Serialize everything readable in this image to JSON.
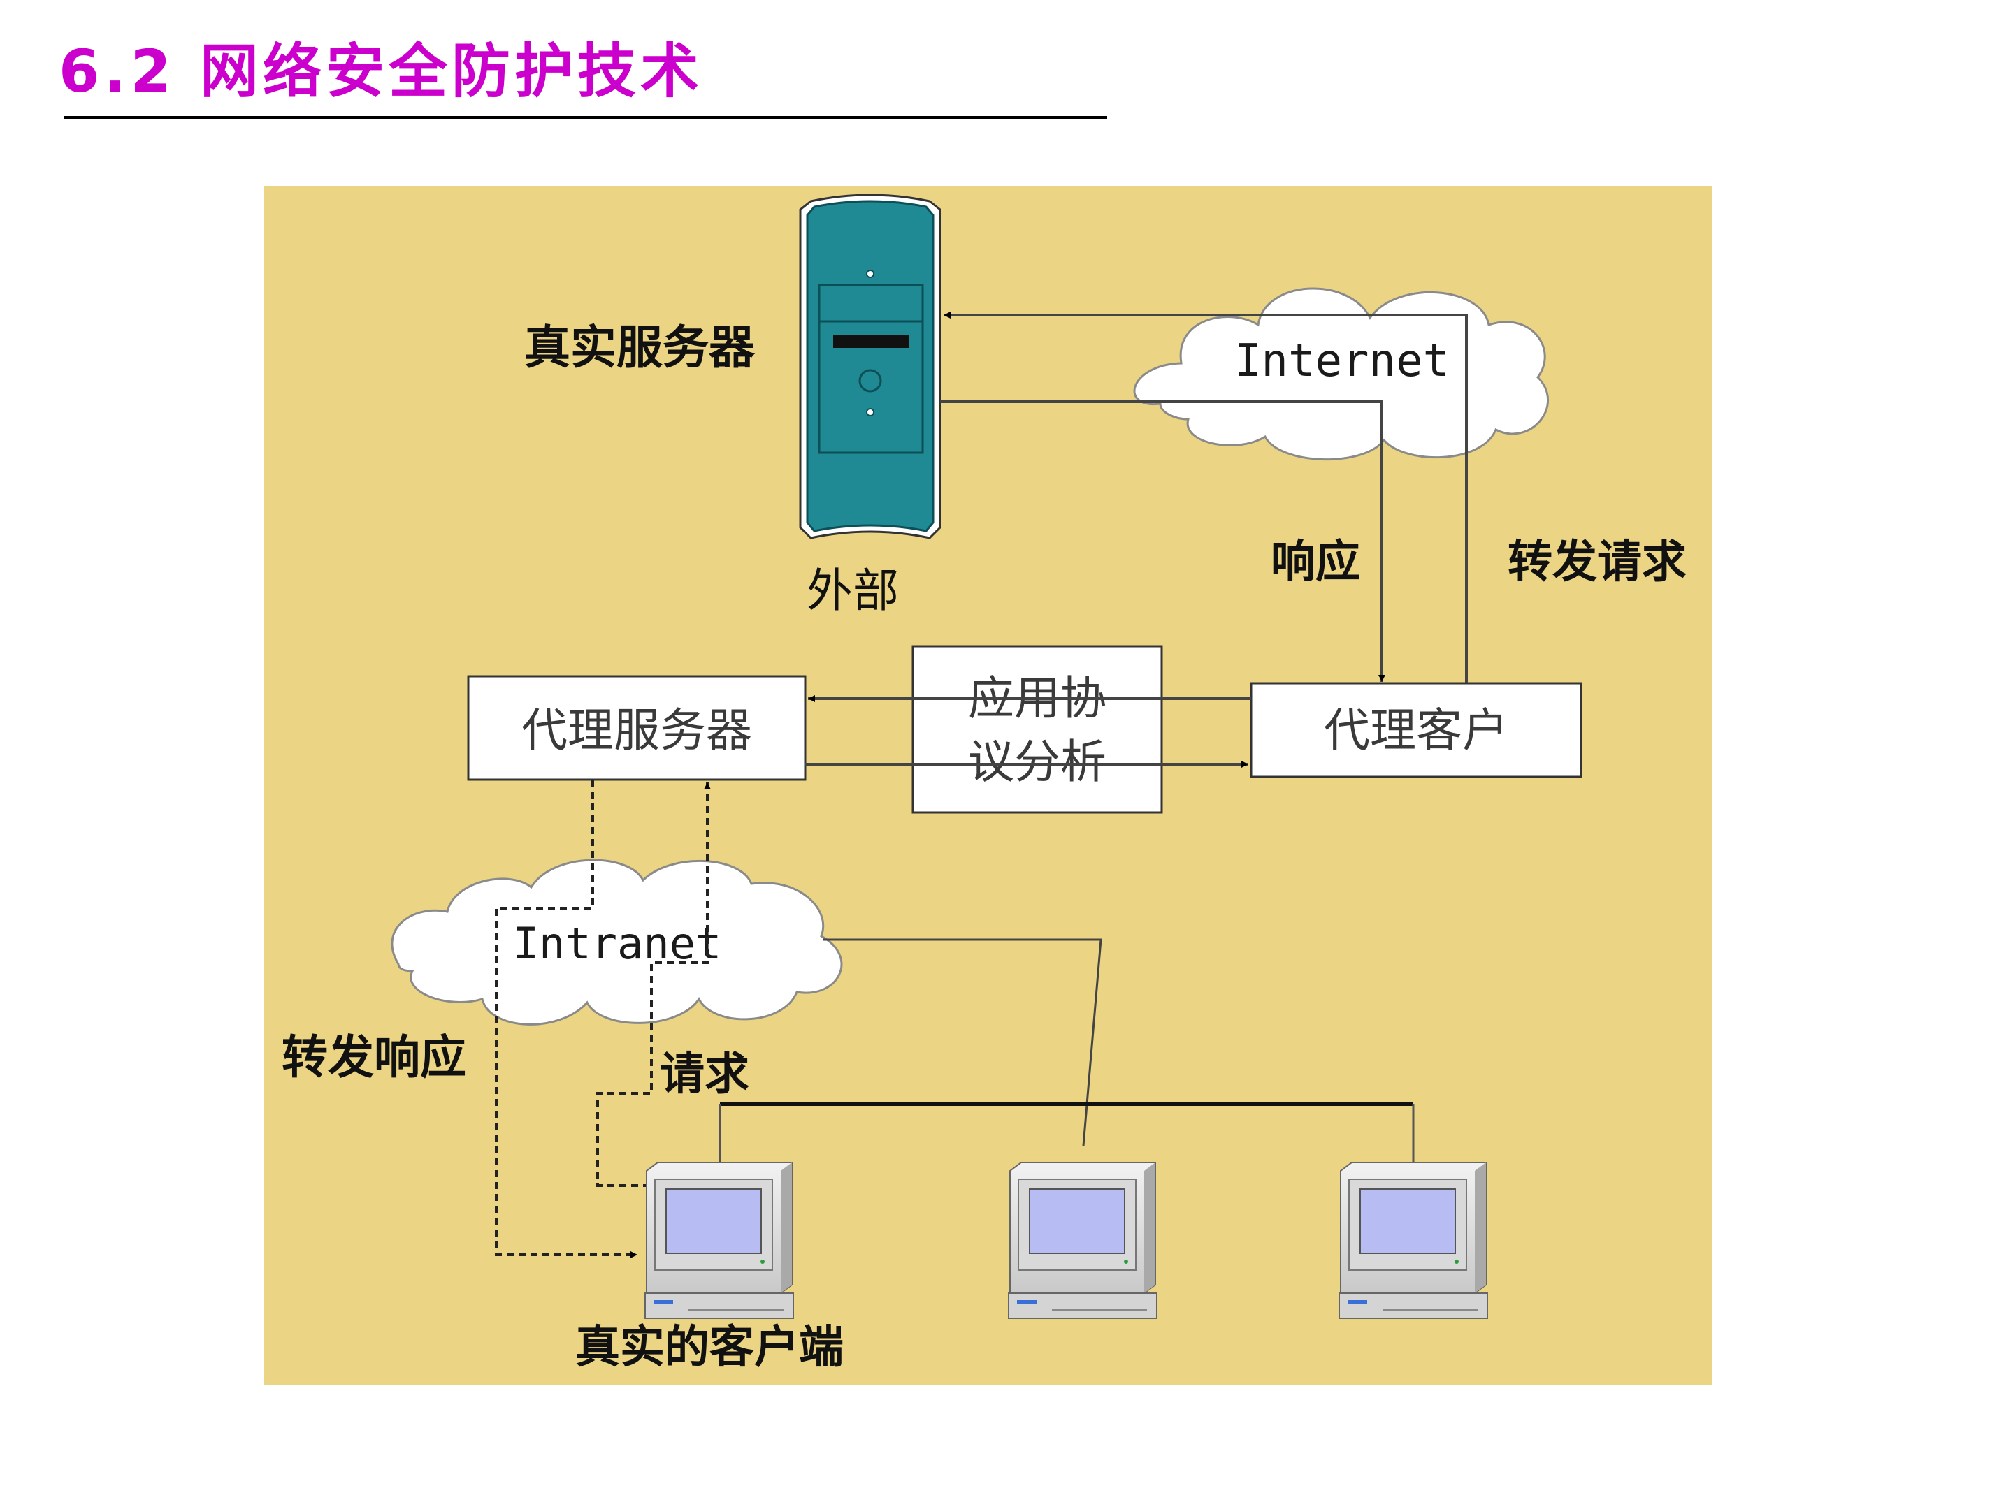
{
  "slide": {
    "title": "6.2 网络安全防护技术",
    "title_color": "#cc00cc"
  },
  "diagram": {
    "background_color": "#ebd584",
    "server_color": "#1f8a94",
    "screen_color": "#b7bcf2",
    "nodes": {
      "real_server": "真实服务器",
      "external": "外部",
      "internet": "Internet",
      "intranet": "Intranet",
      "proxy_server": "代理服务器",
      "protocol_analysis_line1": "应用协",
      "protocol_analysis_line2": "议分析",
      "proxy_client": "代理客户",
      "real_clients": "真实的客户端"
    },
    "edge_labels": {
      "response": "响应",
      "forward_request": "转发请求",
      "forward_response": "转发响应",
      "request": "请求"
    }
  }
}
